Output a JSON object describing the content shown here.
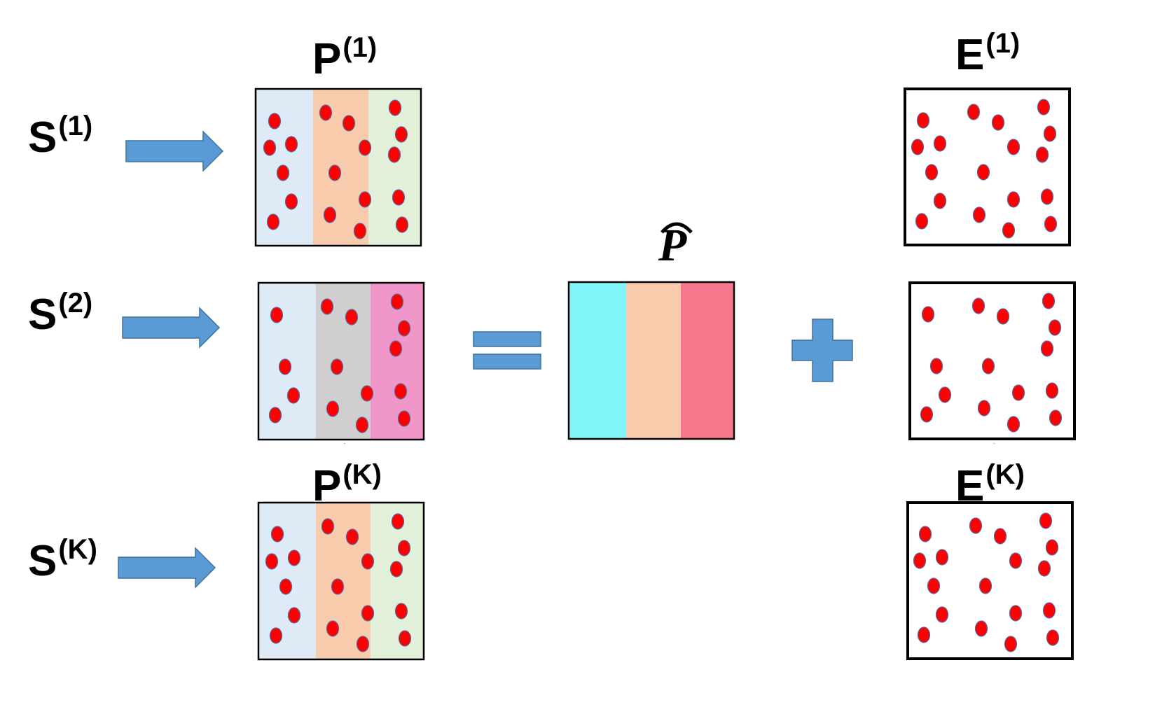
{
  "labels": {
    "s1": {
      "base": "S",
      "sup": "(1)"
    },
    "s2": {
      "base": "S",
      "sup": "(2)"
    },
    "sk": {
      "base": "S",
      "sup": "(K)"
    },
    "p1": {
      "base": "P",
      "sup": "(1)"
    },
    "pk": {
      "base": "P",
      "sup": "(K)"
    },
    "e1": {
      "base": "E",
      "sup": "(1)"
    },
    "ek": {
      "base": "E",
      "sup": "(K)"
    },
    "p_hat": "P",
    "ellipsis_dot": "."
  },
  "colors": {
    "arrow": "#5b9bd5",
    "arrow_border": "#41719c",
    "dot": "#ff0000",
    "dot_border": "#4a6fa5",
    "light_blue": "#deebf7",
    "peach": "#f8cbad",
    "light_green": "#e2f0d9",
    "gray": "#d0cece",
    "pink": "#f196c8",
    "cyan": "#7ff5f8",
    "rose": "#f4778c",
    "box_border": "#000000"
  },
  "matrices": {
    "p1": {
      "stripes": [
        "light_blue",
        "peach",
        "light_green"
      ]
    },
    "p2": {
      "stripes": [
        "light_blue",
        "gray",
        "pink"
      ]
    },
    "pk": {
      "stripes": [
        "light_blue",
        "peach",
        "light_green"
      ]
    },
    "p_hat": {
      "stripes": [
        "cyan",
        "peach",
        "rose"
      ],
      "dots": false
    },
    "e1": {
      "stripes": [],
      "dots": true
    },
    "e2": {
      "stripes": [],
      "dots": true
    },
    "ek": {
      "stripes": [],
      "dots": true
    }
  },
  "operators": [
    "equals",
    "plus"
  ]
}
